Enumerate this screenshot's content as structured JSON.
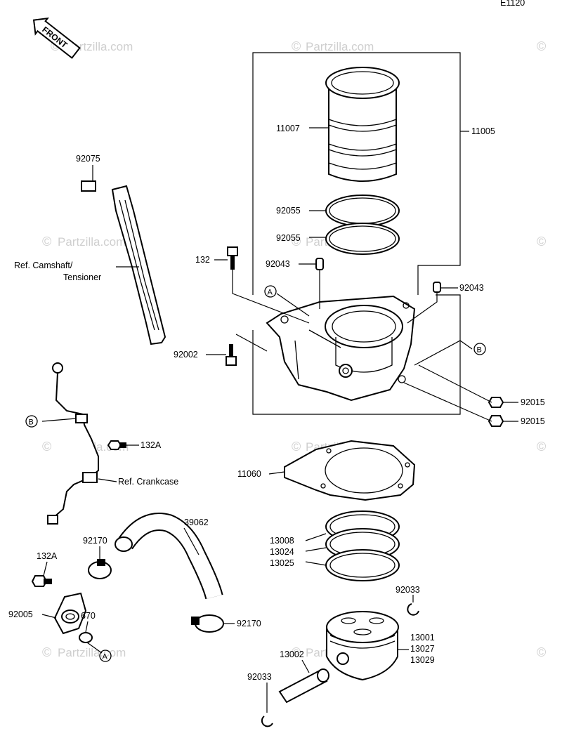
{
  "diagram_code": "E1120",
  "front_label": "FRONT",
  "watermark_text": "Partzilla.com",
  "watermark_symbol": "©",
  "callouts": {
    "a": "A",
    "b": "B"
  },
  "labels": {
    "p92075": "92075",
    "ref_camshaft_1": "Ref. Camshaft/",
    "ref_camshaft_2": "Tensioner",
    "p11007": "11007",
    "p11005": "11005",
    "p92055_a": "92055",
    "p92055_b": "92055",
    "p132": "132",
    "p92043_a": "92043",
    "p92043_b": "92043",
    "p92002": "92002",
    "p92015_a": "92015",
    "p92015_b": "92015",
    "p132A_a": "132A",
    "ref_crankcase": "Ref. Crankcase",
    "p11060": "11060",
    "p39062": "39062",
    "p92170_a": "92170",
    "p92170_b": "92170",
    "p132A_b": "132A",
    "p13008": "13008",
    "p13024": "13024",
    "p13025": "13025",
    "p92033_a": "92033",
    "p92033_b": "92033",
    "p92005": "92005",
    "p670": "670",
    "p13001": "13001",
    "p13027": "13027",
    "p13029": "13029",
    "p13002": "13002"
  }
}
